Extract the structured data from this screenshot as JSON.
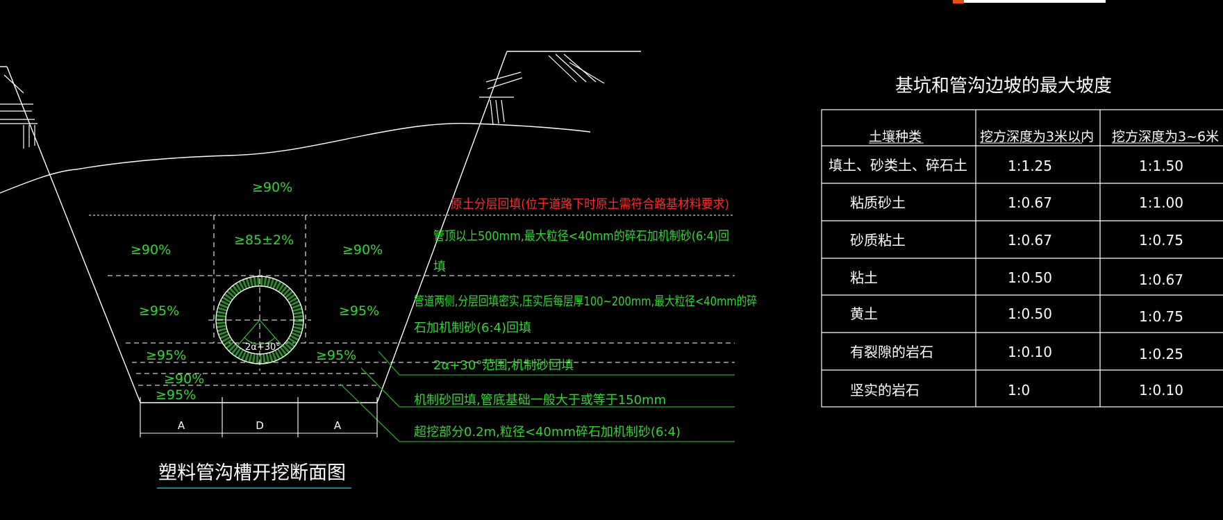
{
  "section": {
    "title": "塑料管沟槽开挖断面图",
    "zones": {
      "top": "≥90%",
      "upper_left": "≥90%",
      "upper_mid": "≥85±2%",
      "upper_right": "≥90%",
      "mid_left": "≥95%",
      "mid_right": "≥95%",
      "low_left": "≥95%",
      "low_right": "≥95%",
      "bed_upper": "≥90%",
      "bed_lower": "≥95%"
    },
    "pipe_angle": "2α+30°",
    "dims": [
      "A",
      "D",
      "A"
    ],
    "notes": [
      {
        "line1": "原土分层回填(位于道路下时原土需符合路基材料要求)",
        "line2": "",
        "color": "red"
      },
      {
        "line1": "管顶以上500mm,最大粒径<40mm的碎石加机制砂(6:4)回",
        "line2": "填",
        "color": "green"
      },
      {
        "line1": "管道两侧,分层回填密实,压实后每层厚100~200mm,最大粒径<40mm的碎",
        "line2": "石加机制砂(6:4)回填",
        "color": "green"
      },
      {
        "line1": "2α+30°范围,机制砂回填",
        "line2": "",
        "color": "green"
      },
      {
        "line1": "机制砂回填,管底基础一般大于或等于150mm",
        "line2": "",
        "color": "green"
      },
      {
        "line1": "超挖部分0.2m,粒径<40mm碎石加机制砂(6:4)",
        "line2": "",
        "color": "green"
      }
    ]
  },
  "slope_table": {
    "title": "基坑和管沟边坡的最大坡度",
    "headers": [
      "土壤种类",
      "挖方深度为3米以内",
      "挖方深度为3~6米"
    ],
    "rows": [
      [
        "填土、砂类土、碎石土",
        "1:1.25",
        "1:1.50"
      ],
      [
        "粘质砂土",
        "1:0.67",
        "1:1.00"
      ],
      [
        "砂质粘土",
        "1:0.67",
        "1:0.75"
      ],
      [
        "粘土",
        "1:0.50",
        "1:0.67"
      ],
      [
        "黄土",
        "1:0.50",
        "1:0.75"
      ],
      [
        "有裂隙的岩石",
        "1:0.10",
        "1:0.25"
      ],
      [
        "坚实的岩石",
        "1:0",
        "1:0.10"
      ]
    ]
  },
  "colors": {
    "background": "#000000",
    "line": "#ffffff",
    "text_green": "#2fd82f",
    "text_red": "#ff2a2a",
    "leader_green": "#1fa81f",
    "title_underline": "#20b0c0",
    "pipe_hatch": "#2a8a2a"
  }
}
